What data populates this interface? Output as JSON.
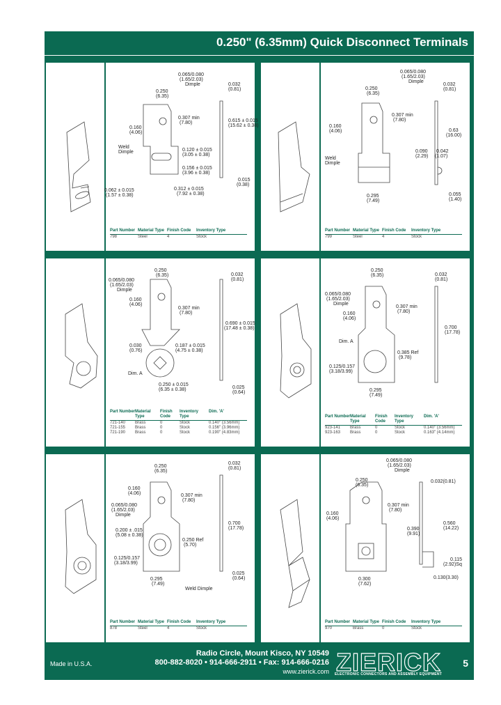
{
  "title": "0.250\" (6.35mm) Quick Disconnect Terminals",
  "panels": [
    {
      "dims": [
        "0.065/0.080",
        "(1.65/2.03)",
        "Dimple",
        "0.032",
        "(0.81)",
        "0.250",
        "(6.35)",
        "0.307 min",
        "(7.80)",
        "0.160",
        "(4.06)",
        "0.615 ± 0.015",
        "(15.62 ± 0.38)",
        "Weld",
        "Dimple",
        "0.120 ± 0.015",
        "(3.05 ± 0.38)",
        "0.156 ± 0.015",
        "(3.96 ± 0.38)",
        "0.015",
        "(0.38)",
        "0.312 ± 0.015",
        "(7.92 ± 0.38)",
        "0.062 ± 0.015",
        "(1.57 ± 0.38)"
      ],
      "table": {
        "headers": [
          "Part Number",
          "Material Type",
          "Finish Code",
          "Inventory Type"
        ],
        "rows": [
          [
            "798",
            "Steel",
            "4",
            "Stock"
          ]
        ]
      }
    },
    {
      "dims": [
        "0.065/0.080",
        "(1.65/2.03)",
        "Dimple",
        "0.032",
        "(0.81)",
        "0.250",
        "(6.35)",
        "0.307 min",
        "(7.80)",
        "0.63",
        "(16.00)",
        "0.160",
        "(4.06)",
        "0.090",
        "(2.29)",
        "0.042",
        "(1.07)",
        "Weld",
        "Dimple",
        "0.055",
        "(1.40)",
        "0.295",
        "(7.49)"
      ],
      "table": {
        "headers": [
          "Part Number",
          "Material Type",
          "Finish Code",
          "Inventory Type"
        ],
        "rows": [
          [
            "799",
            "Steel",
            "4",
            "Stock"
          ]
        ]
      }
    },
    {
      "dims": [
        "0.065/0.080",
        "(1.65/2.03)",
        "Dimple",
        "0.250",
        "(6.35)",
        "0.032",
        "(0.81)",
        "0.160",
        "(4.06)",
        "0.307 min",
        "(7.80)",
        "0.030",
        "(0.76)",
        "0.187 ± 0.015",
        "(4.75 ± 0.38)",
        "0.690 ± 0.015",
        "(17.48 ± 0.38)",
        "Dim. A",
        "0.250 ± 0.015",
        "(6.35 ± 0.38)",
        "0.025",
        "(0.64)"
      ],
      "table": {
        "headers": [
          "Part Number",
          "Material Type",
          "Finish Code",
          "Inventory Type",
          "Dim. 'A'"
        ],
        "rows": [
          [
            "721-140",
            "Brass",
            "0",
            "Stock",
            "0.140\" (3.56mm)"
          ],
          [
            "721-155",
            "Brass",
            "0",
            "Stock",
            "0.156\" (3.96mm)"
          ],
          [
            "721-190",
            "Brass",
            "0",
            "Stock",
            "0.190\" (4.83mm)"
          ]
        ]
      }
    },
    {
      "dims": [
        "0.250",
        "(6.35)",
        "0.032",
        "(0.81)",
        "0.065/0.080",
        "(1.65/2.03)",
        "Dimple",
        "0.160",
        "(4.06)",
        "0.307 min",
        "(7.80)",
        "0.700",
        "(17.78)",
        "Dim. A",
        "0.385 Ref",
        "(9.78)",
        "0.125/0.157",
        "(3.18/3.99)",
        "0.295",
        "(7.49)"
      ],
      "table": {
        "headers": [
          "Part Number",
          "Material Type",
          "Finish Code",
          "Inventory Type",
          "Dim. 'A'"
        ],
        "rows": [
          [
            "923-141",
            "Brass",
            "0",
            "Stock",
            "0.140\" (3.56mm)"
          ],
          [
            "923-163",
            "Brass",
            "0",
            "Stock",
            "0.163\" (4.14mm)"
          ]
        ]
      }
    },
    {
      "dims": [
        "0.250",
        "(6.35)",
        "0.032",
        "(0.81)",
        "0.160",
        "(4.06)",
        "0.065/0.080",
        "(1.65/2.03)",
        "Dimple",
        "0.307 min",
        "(7.80)",
        "0.200 ± .015",
        "(5.08 ± 0.38)",
        "0.700",
        "(17.78)",
        "0.125/0.157",
        "(3.18/3.99)",
        "0.250 Ref",
        "(5.70)",
        "0.295",
        "(7.49)",
        "0.025",
        "(0.64)",
        "Weld Dimple"
      ],
      "table": {
        "headers": [
          "Part Number",
          "Material Type",
          "Finish Code",
          "Inventory Type"
        ],
        "rows": [
          [
            "878",
            "Steel",
            "4",
            "Stock"
          ]
        ]
      }
    },
    {
      "dims": [
        "0.065/0.080",
        "(1.65/2.03)",
        "Dimple",
        "0.250",
        "(6.35)",
        "0.032(0.81)",
        "0.160",
        "(4.06)",
        "0.307 min",
        "(7.80)",
        "0.560",
        "(14.22)",
        "0.390",
        "(9.91)",
        "0.115",
        "(2.92)Sq",
        "0.300",
        "(7.62)",
        "0.130(3.30)"
      ],
      "table": {
        "headers": [
          "Part Number",
          "Material Type",
          "Finish Code",
          "Inventory Type"
        ],
        "rows": [
          [
            "970",
            "Brass",
            "0",
            "Stock"
          ]
        ]
      }
    }
  ],
  "footer": {
    "made_in": "Made in U.S.A.",
    "address": "Radio Circle, Mount Kisco, NY 10549",
    "phones": "800-882-8020 • 914-666-2911 • Fax: 914-666-0216",
    "web": "www.zierick.com",
    "logo_text": "ZIERICK",
    "logo_tagline": "ELECTRONIC CONNECTORS AND ASSEMBLY EQUIPMENT",
    "page_number": "5"
  }
}
